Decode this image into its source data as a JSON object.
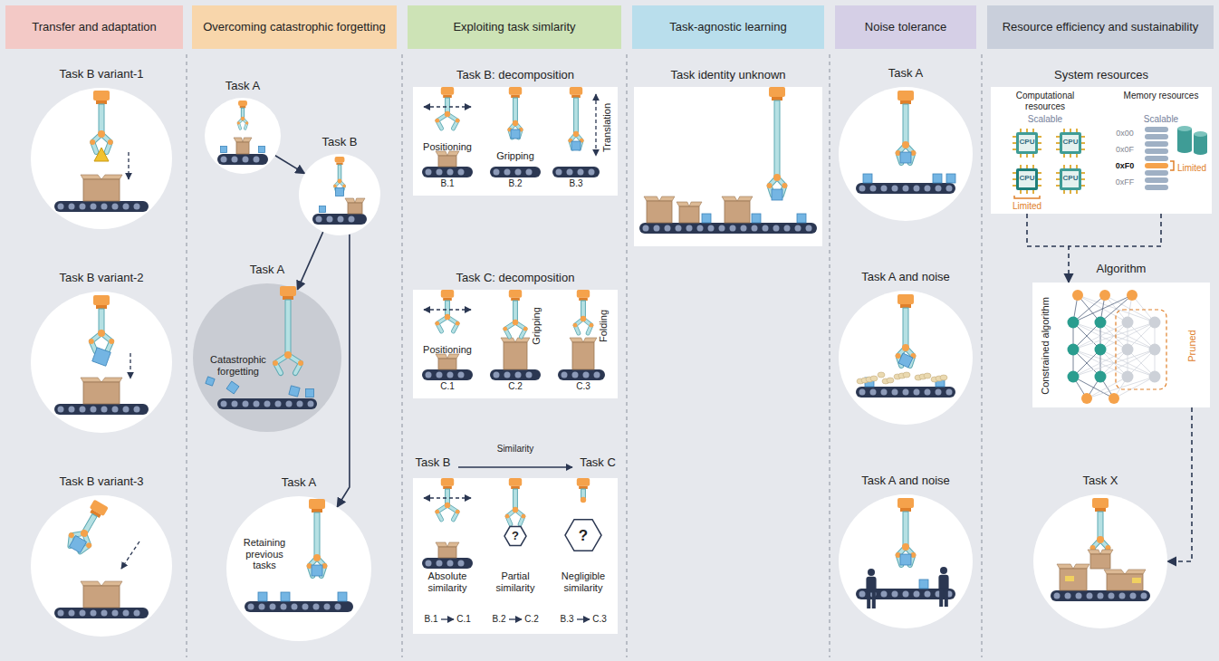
{
  "diagram": {
    "nodes": [
      {
        "text": [
          "Transfer and adaptation"
        ]
      },
      {
        "text": [
          "Task B variant-1"
        ]
      },
      {
        "text": [
          "Task B variant-2"
        ]
      },
      {
        "text": [
          "Task B variant-3"
        ]
      },
      {
        "text": [
          "Overcoming catastrophic forgetting"
        ]
      },
      {
        "text": [
          "Task A"
        ]
      },
      {
        "text": [
          "Task B"
        ]
      },
      {
        "text": [
          "Task A",
          "Catastrophic forgetting"
        ]
      },
      {
        "text": [
          "Task A",
          "Retaining previous tasks"
        ]
      },
      {
        "text": [
          "Exploiting task simlarity"
        ]
      },
      {
        "text": [
          "Task B: decomposition",
          "Positioning",
          "Gripping",
          "Translation",
          "B.1",
          "B.2",
          "B.3"
        ]
      },
      {
        "text": [
          "Task C: decomposition",
          "Positioning",
          "Gripping",
          "Folding",
          "C.1",
          "C.2",
          "C.3"
        ]
      },
      {
        "text": [
          "Task B",
          "Similarity",
          "Task C",
          "Absolute similarity",
          "?",
          "Partial similarity",
          "?",
          "Negligible similarity",
          "B.1",
          "C.1",
          "B.2",
          "C.2",
          "B.3",
          "C.3"
        ]
      },
      {
        "text": [
          "Task-agnostic learning"
        ]
      },
      {
        "text": [
          "Task identity unknown"
        ]
      },
      {
        "text": [
          "Noise tolerance"
        ]
      },
      {
        "text": [
          "Task A"
        ]
      },
      {
        "text": [
          "Task A and noise"
        ]
      },
      {
        "text": [
          "Task A and noise"
        ]
      },
      {
        "text": [
          "Resource efficiency and sustainability"
        ]
      },
      {
        "text": [
          "System resources",
          "Computational resources",
          "Scalable",
          "CPU",
          "CPU",
          "CPU",
          "CPU",
          "Limited",
          "Memory resources",
          "Scalable",
          "0x00",
          "0x0F",
          "0xF0",
          "0xFF",
          "Limited"
        ]
      },
      {
        "text": [
          "Algorithm",
          "Constrained algorithm",
          "Pruned"
        ]
      },
      {
        "text": [
          "Task X"
        ]
      }
    ],
    "edges": [
      {
        "from": 5,
        "to": 6,
        "arrow": "to"
      },
      {
        "from": 6,
        "to": 7,
        "arrow": "to"
      },
      {
        "from": 6,
        "to": 8,
        "arrow": "to"
      },
      {
        "from": 20,
        "to": 21,
        "arrow": "to"
      },
      {
        "from": 21,
        "to": 22,
        "arrow": "to"
      }
    ]
  }
}
